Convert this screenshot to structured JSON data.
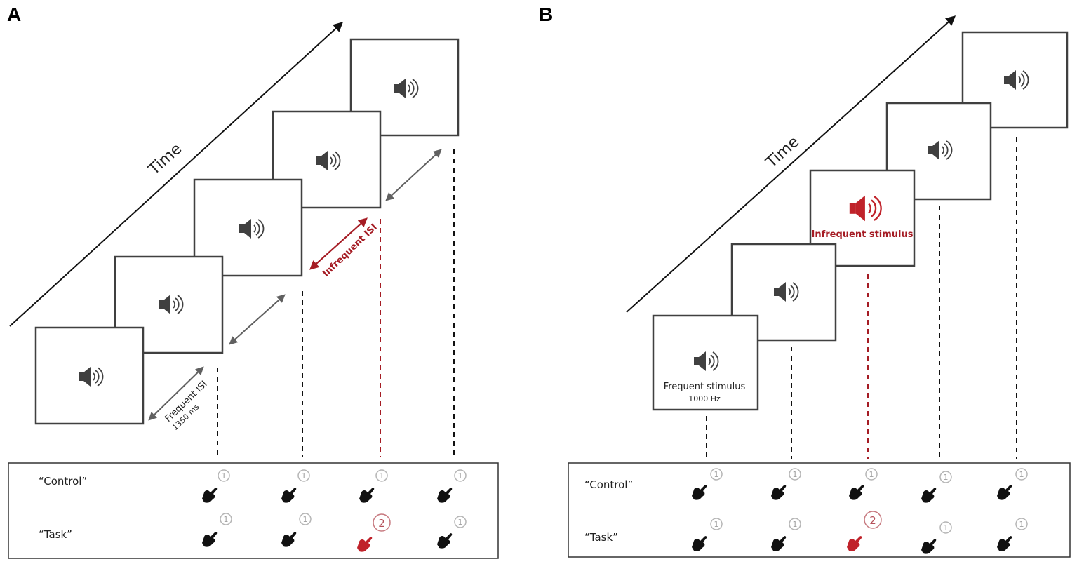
{
  "panel_a": {
    "letter": "A",
    "time_label": "Time",
    "frequent_isi_label": "Frequent ISI",
    "frequent_isi_value": "1350 ms",
    "infrequent_isi_label": "Infrequent ISI",
    "control_label": "“Control”",
    "task_label": "“Task”",
    "control_responses": [
      "1",
      "1",
      "1",
      "1"
    ],
    "task_responses": [
      "1",
      "1",
      "2",
      "1"
    ]
  },
  "panel_b": {
    "letter": "B",
    "time_label": "Time",
    "frequent_stimulus_label": "Frequent stimulus",
    "frequent_stimulus_freq": "1000 Hz",
    "infrequent_stimulus_label": "Infrequent stimulus",
    "control_label": "“Control”",
    "task_label": "“Task”",
    "control_responses": [
      "1",
      "1",
      "1",
      "1",
      "1"
    ],
    "task_responses": [
      "1",
      "1",
      "2",
      "1",
      "1"
    ]
  },
  "colors": {
    "accent_red": "#a51c24",
    "frame": "#404040",
    "isi_arrow": "#606060",
    "response_circle": "#b5b5b5"
  },
  "icons": {
    "stimulus": "speaker-icon",
    "response": "pointing-hand-icon"
  }
}
